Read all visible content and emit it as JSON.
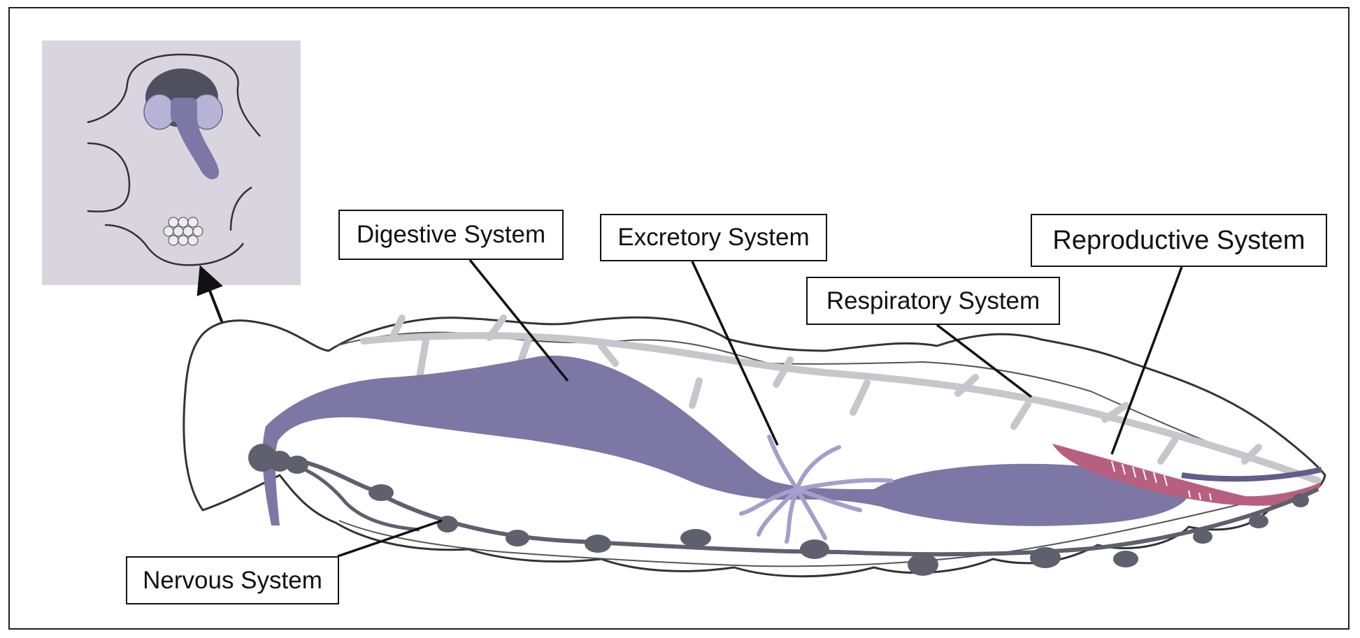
{
  "labels": {
    "digestive": "Digestive System",
    "excretory": "Excretory System",
    "reproductive": "Reproductive System",
    "respiratory": "Respiratory System",
    "nervous": "Nervous System"
  },
  "colors": {
    "digestive": "#7d77a6",
    "nerve": "#5f5f6e",
    "trachea": "#c6c6cc",
    "excretory": "#a49fcb",
    "reproductive": "#b85f7f",
    "inset_bg": "#d9d5de",
    "outline": "#333333"
  }
}
